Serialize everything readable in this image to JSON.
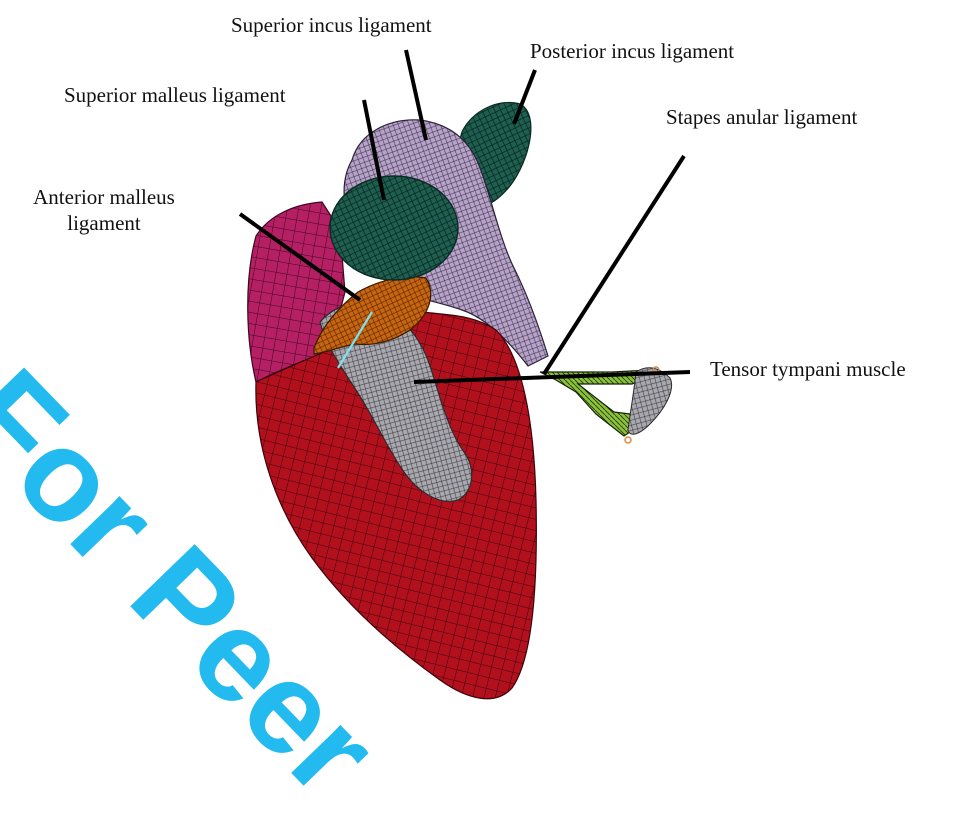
{
  "labels": {
    "superior_incus": "Superior incus ligament",
    "posterior_incus": "Posterior incus ligament",
    "superior_malleus": "Superior malleus ligament",
    "stapes_anular": "Stapes anular ligament",
    "anterior_malleus_line1": "Anterior malleus",
    "anterior_malleus_line2": "ligament",
    "tensor_tympani": "Tensor tympani muscle"
  },
  "watermark": "For Peer",
  "colors": {
    "tympanic_membrane": "#b3101e",
    "tympanic_anterior": "#b51f63",
    "malleus_bone": "#a8a8ae",
    "incus_bone": "#b7a2c8",
    "superior_malleus_ligament": "#1f5f50",
    "posterior_incus_ligament": "#1d5a4a",
    "anterior_malleus_ligament": "#c9650f",
    "stapes": "#8cc13a",
    "leader_line": "#000000",
    "watermark": "#17b7ef"
  }
}
